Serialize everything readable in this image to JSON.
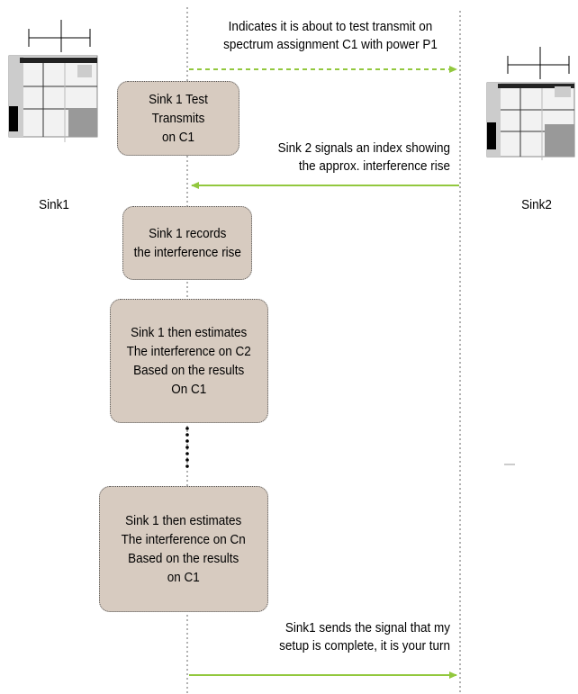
{
  "colors": {
    "arrow_green": "#92c83e",
    "box_fill": "#d7cbc0"
  },
  "nodes": {
    "sink1_label": "Sink1",
    "sink2_label": "Sink2"
  },
  "messages": {
    "m1": "Indicates it is about to test transmit on\nspectrum assignment C1 with power P1",
    "m2": "Sink 2 signals an index showing\nthe approx. interference rise",
    "m3": "Sink1 sends the signal that my\nsetup is complete, it is your turn"
  },
  "steps": {
    "s1": "Sink 1 Test Transmits\non C1",
    "s2": "Sink 1 records\nthe interference rise",
    "s3": "Sink 1 then estimates\nThe interference on C2\nBased on the results\nOn C1",
    "s4": "Sink 1 then estimates\nThe interference on Cn\nBased on the results\non C1"
  }
}
